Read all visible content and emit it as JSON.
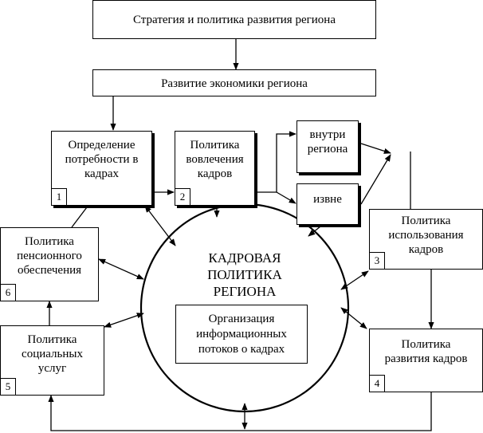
{
  "top": {
    "strategy": "Стратегия и политика развития региона",
    "economy": "Развитие экономики региона"
  },
  "boxes": {
    "needs": {
      "lines": [
        "Определение",
        "потребности в",
        "кадрах"
      ],
      "num": "1"
    },
    "attract": {
      "lines": [
        "Политика",
        "вовлечения",
        "кадров"
      ],
      "num": "2"
    },
    "inside": {
      "lines": [
        "внутри",
        "региона"
      ]
    },
    "outside": {
      "lines": [
        "извне"
      ]
    },
    "usage": {
      "lines": [
        "Политика",
        "использования",
        "кадров"
      ],
      "num": "3"
    },
    "development": {
      "lines": [
        "Политика",
        "развития кадров"
      ],
      "num": "4"
    },
    "social": {
      "lines": [
        "Политика",
        "социальных",
        "услуг"
      ],
      "num": "5"
    },
    "pension": {
      "lines": [
        "Политика",
        "пенсионного",
        "обеспечения"
      ],
      "num": "6"
    }
  },
  "center": {
    "title": [
      "КАДРОВАЯ",
      "ПОЛИТИКА",
      "РЕГИОНА"
    ],
    "info": [
      "Организация",
      "информационных",
      "потоков о кадрах"
    ]
  }
}
